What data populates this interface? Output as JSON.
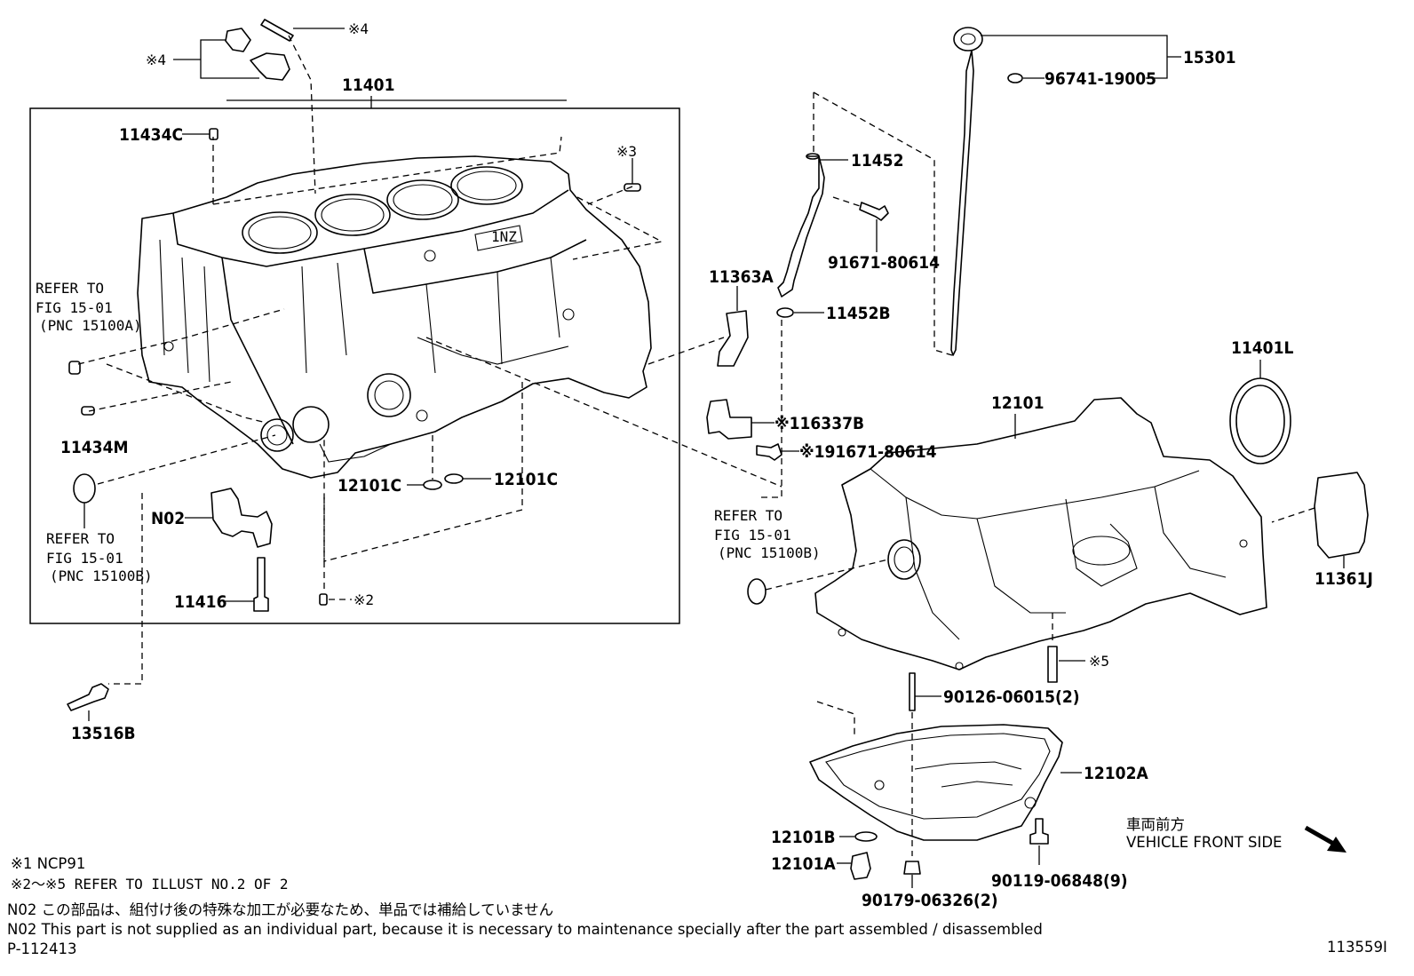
{
  "labels": {
    "p11401": "11401",
    "p11434c": "11434C",
    "ref1_l1": "REFER TO",
    "ref1_l2": "FIG 15-01",
    "ref1_l3": "(PNC 15100A)",
    "p11434m": "11434M",
    "ref2_l1": "REFER TO",
    "ref2_l2": "FIG 15-01",
    "ref2_l3": "(PNC 15100B)",
    "n02": "N02",
    "p11416": "11416",
    "p12101c_a": "12101C",
    "p12101c_b": "12101C",
    "mark2": "※2",
    "mark3": "※3",
    "mark4_a": "※4",
    "mark4_b": "※4",
    "p13516b": "13516B",
    "p11363a": "11363A",
    "p11452": "11452",
    "p91671_80614": "91671-80614",
    "p11452b": "11452B",
    "p16337b": "※116337B",
    "p191671": "※191671-80614",
    "ref3_l1": "REFER TO",
    "ref3_l2": "FIG 15-01",
    "ref3_l3": "(PNC 15100B)",
    "p15301": "15301",
    "p96741": "96741-19005",
    "p11401l": "11401L",
    "p12101": "12101",
    "p11361j": "11361J",
    "mark5": "※5",
    "p90126": "90126-06015(2)",
    "p12102a": "12102A",
    "p12101b": "12101B",
    "p12101a": "12101A",
    "p90179": "90179-06326(2)",
    "p90119": "90119-06848(9)",
    "front_jp": "車両前方",
    "front_en": "VEHICLE FRONT SIDE"
  },
  "notes": {
    "n1": "※1 NCP91",
    "n2": "※2～※5 REFER TO ILLUST NO.2 OF 2",
    "n3": "N02 この部品は、組付け後の特殊な加工が必要なため、単品では補給していません",
    "n4": "N02 This part is not supplied as an individual part, because it is necessary to maintenance specially after the part assembled / disassembled",
    "n5": "P-112413"
  },
  "illust_id": "113559I"
}
